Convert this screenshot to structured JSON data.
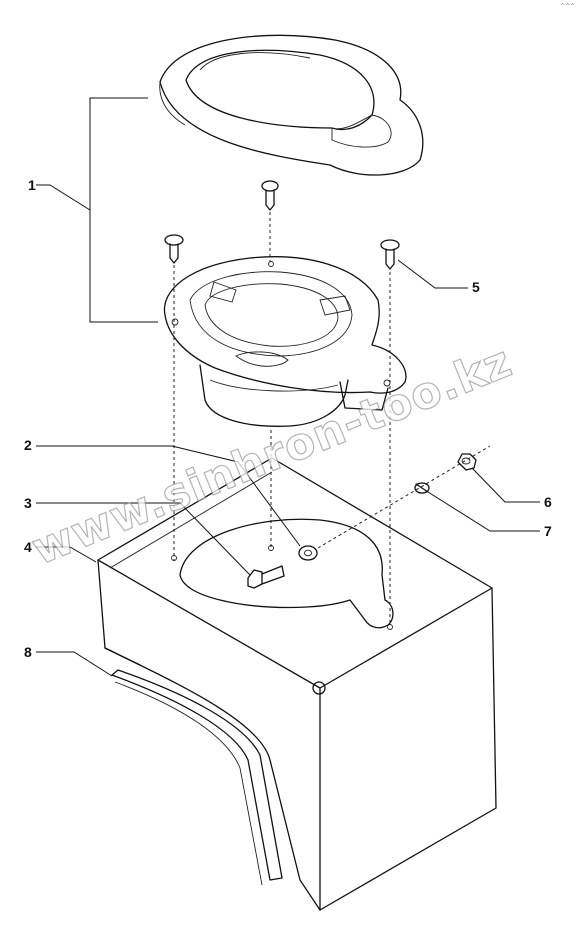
{
  "diagram": {
    "callouts": [
      {
        "id": "1",
        "label": "1"
      },
      {
        "id": "2",
        "label": "2"
      },
      {
        "id": "3",
        "label": "3"
      },
      {
        "id": "4",
        "label": "4"
      },
      {
        "id": "5",
        "label": "5"
      },
      {
        "id": "6",
        "label": "6"
      },
      {
        "id": "7",
        "label": "7"
      },
      {
        "id": "8",
        "label": "8"
      }
    ],
    "watermark": "www.sinhron-too.kz",
    "corner_mark": "^^^"
  }
}
